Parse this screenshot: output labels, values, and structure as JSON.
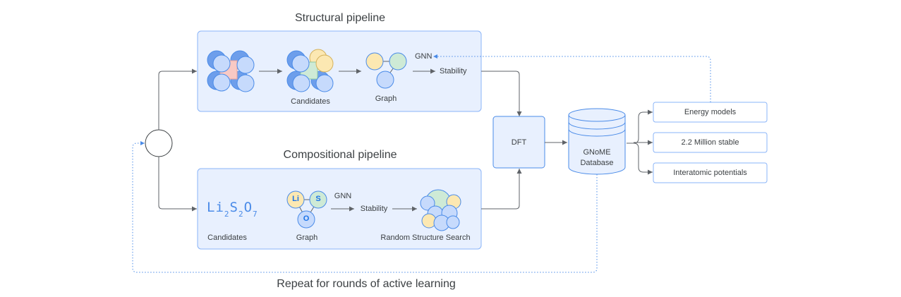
{
  "structural": {
    "title": "Structural pipeline",
    "candidates_label": "Candidates",
    "graph_label": "Graph",
    "gnn_label": "GNN",
    "stability_label": "Stability"
  },
  "compositional": {
    "title": "Compositional pipeline",
    "formula": {
      "el1": "Li",
      "n1": "2",
      "el2": "S",
      "n2": "2",
      "el3": "O",
      "n3": "7"
    },
    "candidates_label": "Candidates",
    "graph_label": "Graph",
    "graph_nodes": {
      "a": "Li",
      "b": "S",
      "c": "O"
    },
    "gnn_label": "GNN",
    "stability_label": "Stability",
    "search_label": "Random Structure Search"
  },
  "dft_label": "DFT",
  "database": {
    "line1": "GNoME",
    "line2": "Database"
  },
  "outputs": [
    "Energy models",
    "2.2 Million stable",
    "Interatomic potentials"
  ],
  "loop_label": "Repeat for rounds of active learning",
  "colors": {
    "panel_fill": "#e8f0fe",
    "panel_stroke": "#8ab4f8",
    "atom_blue": "#c6dafc",
    "atom_blue_dark": "#6d9eeb",
    "atom_yellow": "#fce8b2",
    "atom_green": "#ceead6",
    "atom_pink": "#f8c9c4",
    "arrow": "#5f6368",
    "dotted": "#4a8be8"
  }
}
